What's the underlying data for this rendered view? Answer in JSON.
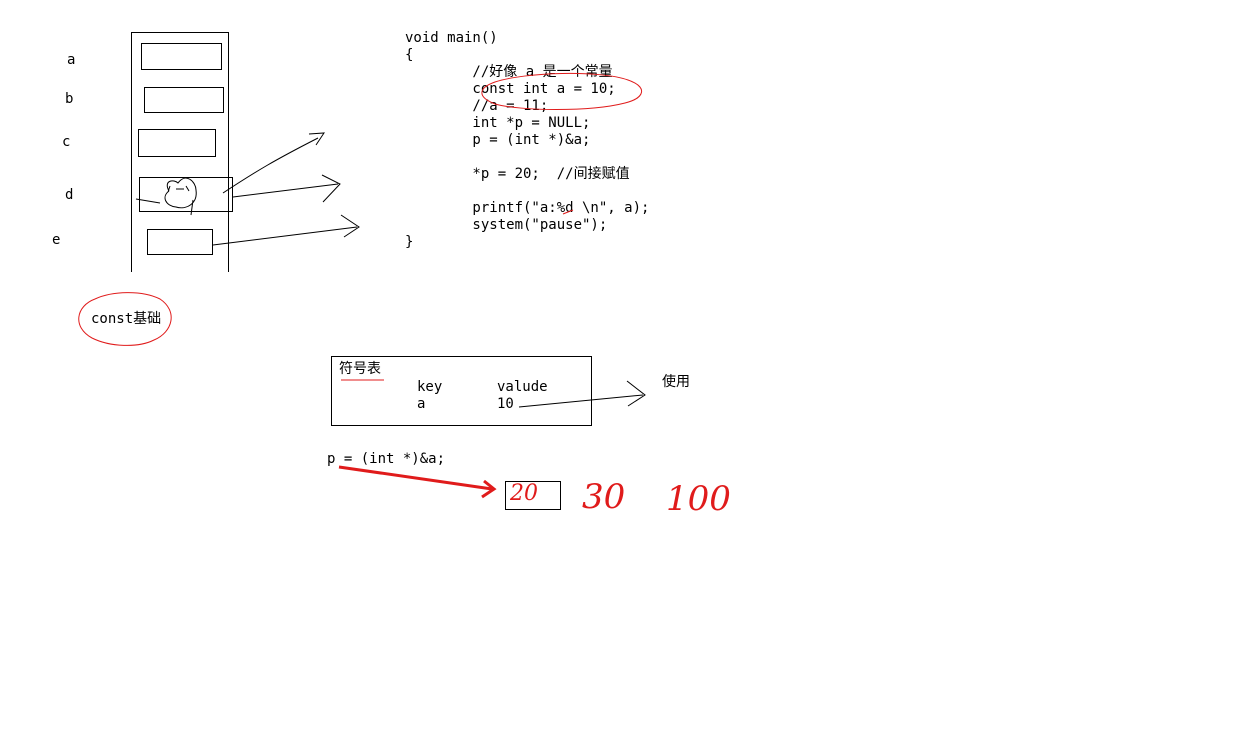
{
  "memory": {
    "labels": [
      "a",
      "b",
      "c",
      "d",
      "e"
    ]
  },
  "code": {
    "lines": [
      "void main()",
      "{",
      "        //好像 a 是一个常量",
      "        const int a = 10;",
      "        //a = 11;",
      "        int *p = NULL;",
      "        p = (int *)&a;",
      "",
      "        *p = 20;  //间接赋值",
      "",
      "        printf(\"a:%d \\n\", a);",
      "        system(\"pause\");",
      "}"
    ]
  },
  "topic_label": "const基础",
  "symbol_table": {
    "title": "符号表",
    "key_header": "key",
    "value_header": "valude",
    "key": "a",
    "value": "10"
  },
  "use_label": "使用",
  "pointer_line": "p = (int *)&a;",
  "memory_cell_value": "20",
  "handwritten_values": [
    "30",
    "100"
  ],
  "colors": {
    "annotation": "#e01b1b",
    "ink": "#000000"
  }
}
